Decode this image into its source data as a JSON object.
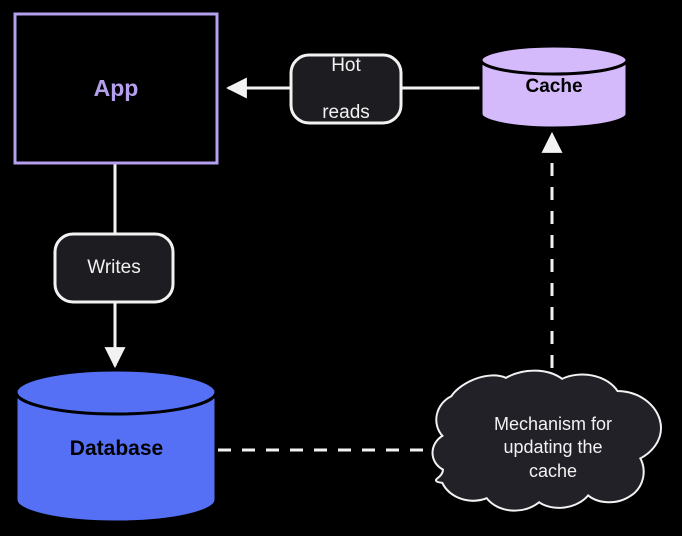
{
  "diagram": {
    "background_color": "#000000",
    "nodes": [
      {
        "id": "app",
        "name": "app-node",
        "label": "App",
        "shape": "rectangle",
        "fill_color": "#000000",
        "stroke_color": "#b5a0ee",
        "text_color": "#b5a0ee"
      },
      {
        "id": "cache",
        "name": "cache-node",
        "label": "Cache",
        "shape": "cylinder",
        "fill_color": "#d4b9fb",
        "stroke_color": "#000000",
        "text_color": "#000000"
      },
      {
        "id": "database",
        "name": "database-node",
        "label": "Database",
        "shape": "cylinder",
        "fill_color": "#5570f5",
        "stroke_color": "#000000",
        "text_color": "#000000"
      },
      {
        "id": "mechanism",
        "name": "mechanism-cloud-node",
        "label": "Mechanism for updating the cache",
        "label_lines": [
          "Mechanism for",
          "updating the",
          "cache"
        ],
        "shape": "cloud",
        "fill_color": "#212127",
        "stroke_color": "#f2f2f2",
        "text_color": "#f2f2f2"
      }
    ],
    "edge_labels": [
      {
        "id": "hot-reads",
        "name": "hot-reads-label",
        "label": "Hot reads",
        "label_lines": [
          "Hot",
          "reads"
        ],
        "shape": "rounded-rect",
        "fill_color": "#1c1c21",
        "stroke_color": "#f2f2f2",
        "text_color": "#f2f2f2"
      },
      {
        "id": "writes",
        "name": "writes-label",
        "label": "Writes",
        "shape": "rounded-rect",
        "fill_color": "#1c1c21",
        "stroke_color": "#f2f2f2",
        "text_color": "#f2f2f2"
      }
    ],
    "edges": [
      {
        "id": "cache-to-app",
        "name": "edge-cache-to-app",
        "from": "cache",
        "to": "app",
        "style": "solid",
        "arrow": "end",
        "color": "#f2f2f2",
        "label": "Hot reads"
      },
      {
        "id": "app-to-database",
        "name": "edge-app-to-database",
        "from": "app",
        "to": "database",
        "style": "solid",
        "arrow": "end",
        "color": "#f2f2f2",
        "label": "Writes"
      },
      {
        "id": "database-to-mechanism",
        "name": "edge-database-to-mechanism",
        "from": "database",
        "to": "mechanism",
        "style": "dashed",
        "arrow": "none",
        "color": "#f2f2f2",
        "label": ""
      },
      {
        "id": "mechanism-to-cache",
        "name": "edge-mechanism-to-cache",
        "from": "mechanism",
        "to": "cache",
        "style": "dashed",
        "arrow": "end",
        "color": "#f2f2f2",
        "label": ""
      }
    ]
  }
}
